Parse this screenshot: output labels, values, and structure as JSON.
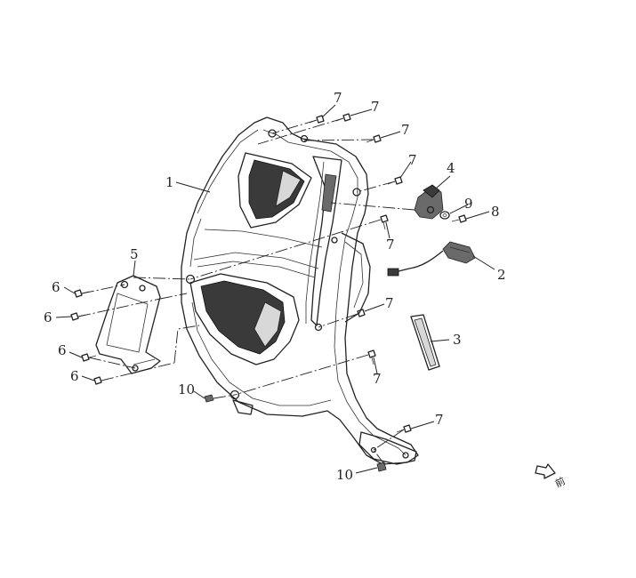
{
  "diagram": {
    "callouts": [
      {
        "id": "c1",
        "label": "1"
      },
      {
        "id": "c2",
        "label": "2"
      },
      {
        "id": "c3",
        "label": "3"
      },
      {
        "id": "c4",
        "label": "4"
      },
      {
        "id": "c5",
        "label": "5"
      },
      {
        "id": "c6a",
        "label": "6"
      },
      {
        "id": "c6b",
        "label": "6"
      },
      {
        "id": "c6c",
        "label": "6"
      },
      {
        "id": "c6d",
        "label": "6"
      },
      {
        "id": "c7a",
        "label": "7"
      },
      {
        "id": "c7b",
        "label": "7"
      },
      {
        "id": "c7c",
        "label": "7"
      },
      {
        "id": "c7d",
        "label": "7"
      },
      {
        "id": "c7e",
        "label": "7"
      },
      {
        "id": "c7f",
        "label": "7"
      },
      {
        "id": "c7g",
        "label": "7"
      },
      {
        "id": "c7h",
        "label": "7"
      },
      {
        "id": "c8",
        "label": "8"
      },
      {
        "id": "c9",
        "label": "9"
      },
      {
        "id": "c10a",
        "label": "10"
      },
      {
        "id": "c10b",
        "label": "10"
      }
    ],
    "front_indicator": {
      "icon": "front-arrow-icon",
      "label": "前"
    }
  }
}
